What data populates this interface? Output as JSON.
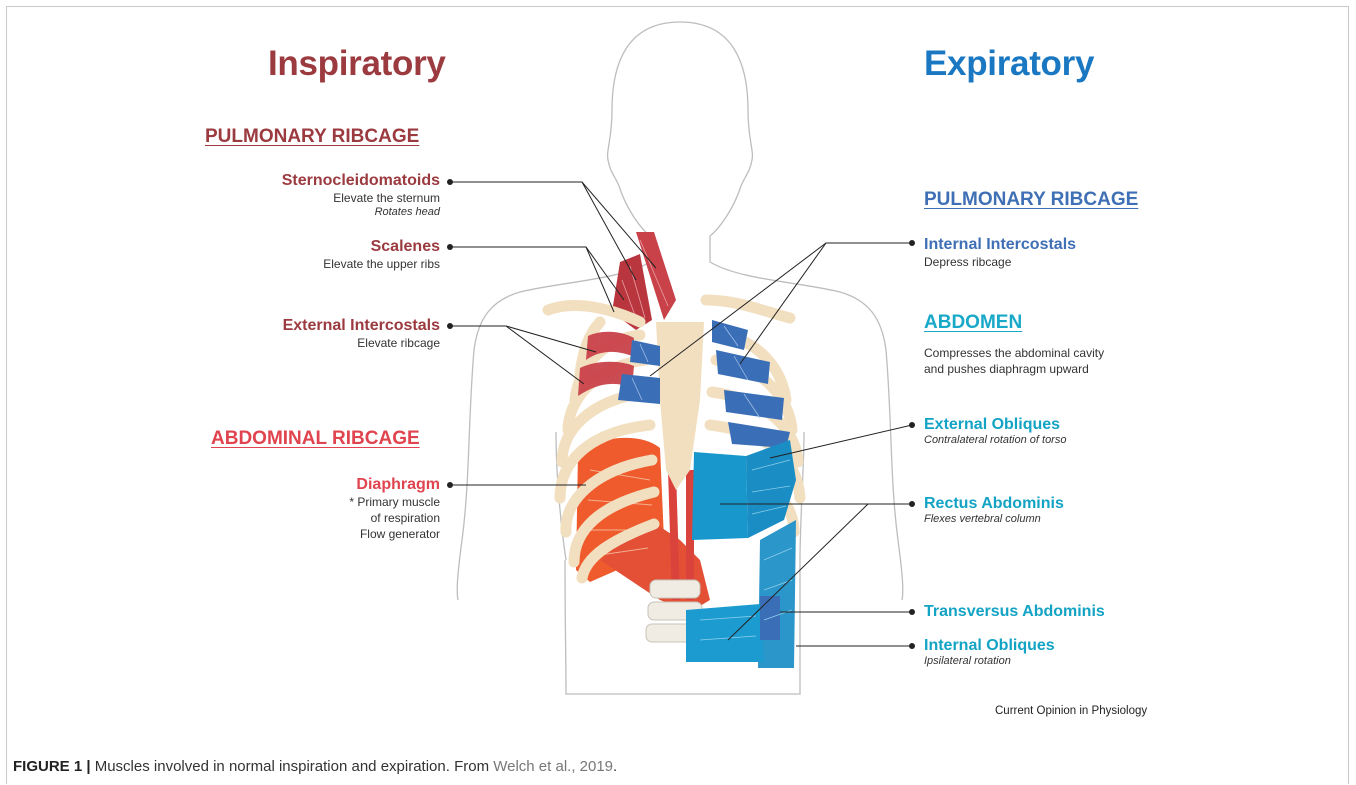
{
  "colors": {
    "inspiratory": "#9b3a3f",
    "expiratory": "#1a78c2",
    "rib": "#f2dfc0",
    "red_muscle": "#c9424a",
    "orange_muscle": "#ef5b2c",
    "blue_muscle": "#3a6fb8",
    "cyan_muscle": "#1797cc",
    "body_outline": "#bdbdbd",
    "leader": "#222222"
  },
  "headings": {
    "inspiratory": "Inspiratory",
    "expiratory": "Expiratory"
  },
  "inspiratory": {
    "pulmonary_ribcage": "PULMONARY RIBCAGE",
    "sternocleidomastoids": {
      "name": "Sternocleidomatoids",
      "line1": "Elevate the sternum",
      "line2": "Rotates head"
    },
    "scalenes": {
      "name": "Scalenes",
      "line1": "Elevate the upper ribs"
    },
    "external_intercostals": {
      "name": "External Intercostals",
      "line1": "Elevate ribcage"
    },
    "abdominal_ribcage": "ABDOMINAL RIBCAGE",
    "diaphragm": {
      "name": "Diaphragm",
      "line1": "* Primary muscle",
      "line2": "of respiration",
      "line3": "Flow generator"
    }
  },
  "expiratory": {
    "pulmonary_ribcage": "PULMONARY RIBCAGE",
    "internal_intercostals": {
      "name": "Internal Intercostals",
      "line1": "Depress ribcage"
    },
    "abdomen": {
      "title": "ABDOMEN",
      "line1": "Compresses the abdominal cavity",
      "line2": "and pushes diaphragm upward"
    },
    "external_obliques": {
      "name": "External Obliques",
      "line1": "Contralateral rotation of torso"
    },
    "rectus_abdominis": {
      "name": "Rectus Abdominis",
      "line1": "Flexes vertebral column"
    },
    "transversus_abdominis": {
      "name": "Transversus Abdominis"
    },
    "internal_obliques": {
      "name": "Internal Obliques",
      "line1": "Ipsilateral rotation"
    }
  },
  "credit": "Current Opinion in Physiology",
  "caption": {
    "label": "FIGURE 1 |",
    "text": " Muscles involved in normal inspiration and expiration. From ",
    "link": "Welch et al., 2019",
    "end": "."
  }
}
